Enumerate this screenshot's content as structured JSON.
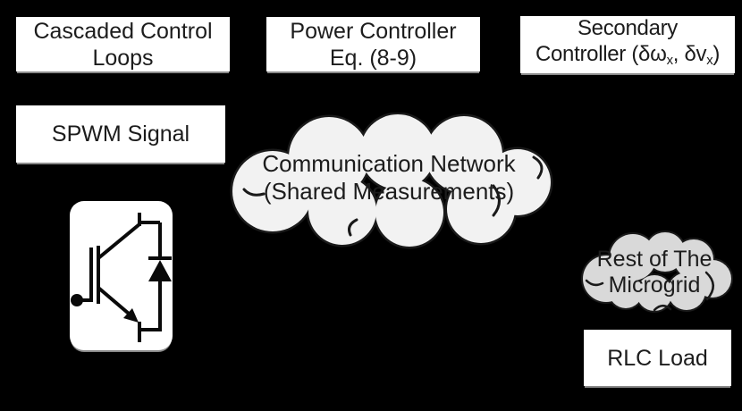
{
  "colors": {
    "background": "#000000",
    "box_fill": "#ffffff",
    "text": "#1c1c1c"
  },
  "boxes": {
    "cascaded": {
      "line1": "Cascaded Control",
      "line2": "Loops"
    },
    "power": {
      "line1": "Power Controller",
      "line2": "Eq. (8-9)"
    },
    "secondary": {
      "line1": "Secondary",
      "line2_pre": "Controller (δω",
      "line2_sub1": "x",
      "line2_mid": ", δv",
      "line2_sub2": "x",
      "line2_suf": ")"
    },
    "spwm": {
      "label": "SPWM Signal"
    },
    "rlc": {
      "label": "RLC Load"
    }
  },
  "clouds": {
    "communication": {
      "line1": "Communication Network",
      "line2": "(Shared Measurements)",
      "fill": "#f2f2f2",
      "stroke": "#1a1a1a"
    },
    "microgrid": {
      "line1": "Rest of The",
      "line2": "Microgrid",
      "fill": "#d9d9d9",
      "stroke": "#1a1a1a"
    }
  },
  "icons": {
    "igbt": "igbt-with-antiparallel-diode-icon"
  }
}
